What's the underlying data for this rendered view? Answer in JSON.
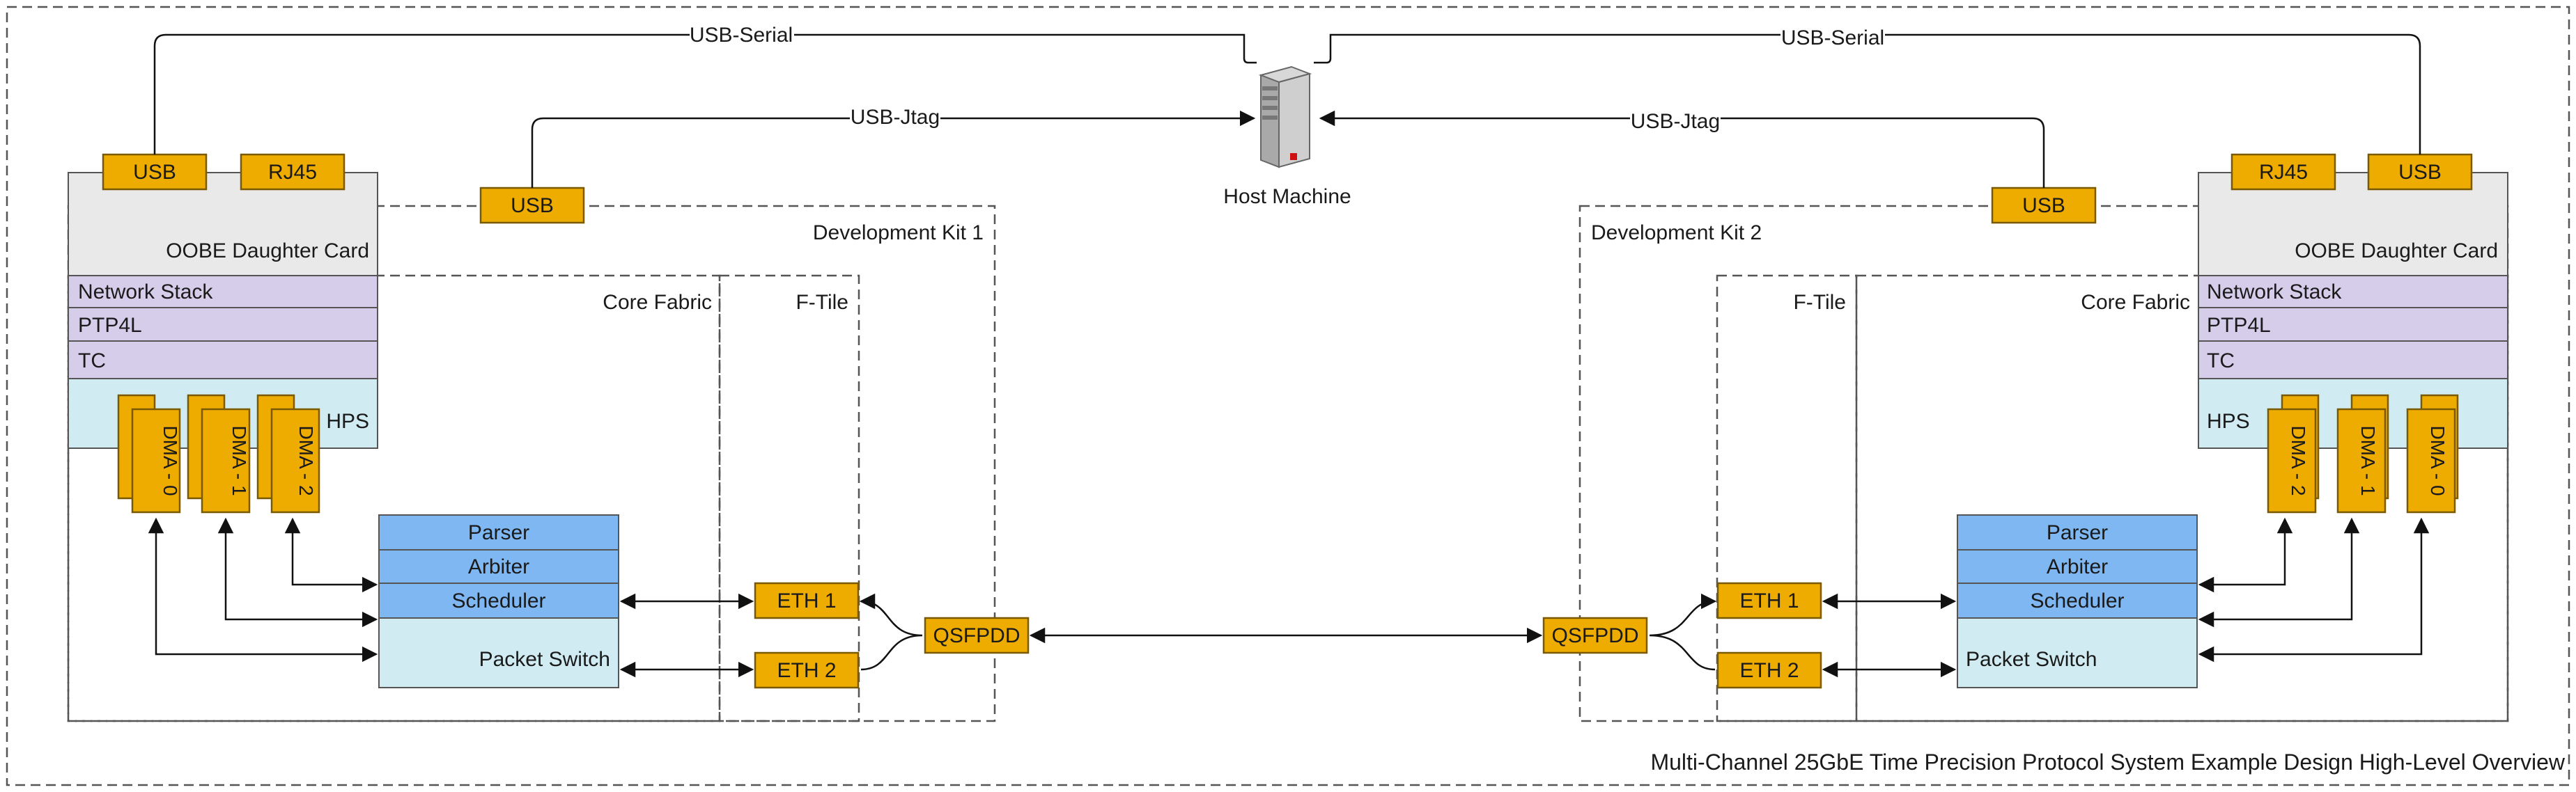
{
  "diagram": {
    "caption": "Multi-Channel 25GbE Time Precision Protocol System Example Design High-Level Overview",
    "host": {
      "label": "Host Machine"
    },
    "links": {
      "usb_serial": "USB-Serial",
      "usb_jtag": "USB-Jtag"
    },
    "kit1": {
      "title": "Development Kit 1",
      "oobe": "OOBE Daughter Card",
      "usb_top": "USB",
      "rj45": "RJ45",
      "usb_side": "USB",
      "network_stack": "Network Stack",
      "ptp4l": "PTP4L",
      "tc": "TC",
      "hps": "HPS",
      "core_fabric": "Core Fabric",
      "ftile": "F-Tile",
      "dma": [
        "DMA - 0",
        "DMA - 1",
        "DMA - 2"
      ],
      "parser": "Parser",
      "arbiter": "Arbiter",
      "scheduler": "Scheduler",
      "packet_switch": "Packet Switch",
      "eth1": "ETH 1",
      "eth2": "ETH 2",
      "qsfpdd": "QSFPDD"
    },
    "kit2": {
      "title": "Development Kit 2",
      "oobe": "OOBE Daughter Card",
      "usb_top": "USB",
      "rj45": "RJ45",
      "usb_side": "USB",
      "network_stack": "Network Stack",
      "ptp4l": "PTP4L",
      "tc": "TC",
      "hps": "HPS",
      "core_fabric": "Core Fabric",
      "ftile": "F-Tile",
      "dma": [
        "DMA - 2",
        "DMA - 1",
        "DMA - 0"
      ],
      "parser": "Parser",
      "arbiter": "Arbiter",
      "scheduler": "Scheduler",
      "packet_switch": "Packet Switch",
      "eth1": "ETH 1",
      "eth2": "ETH 2",
      "qsfpdd": "QSFPDD"
    }
  }
}
